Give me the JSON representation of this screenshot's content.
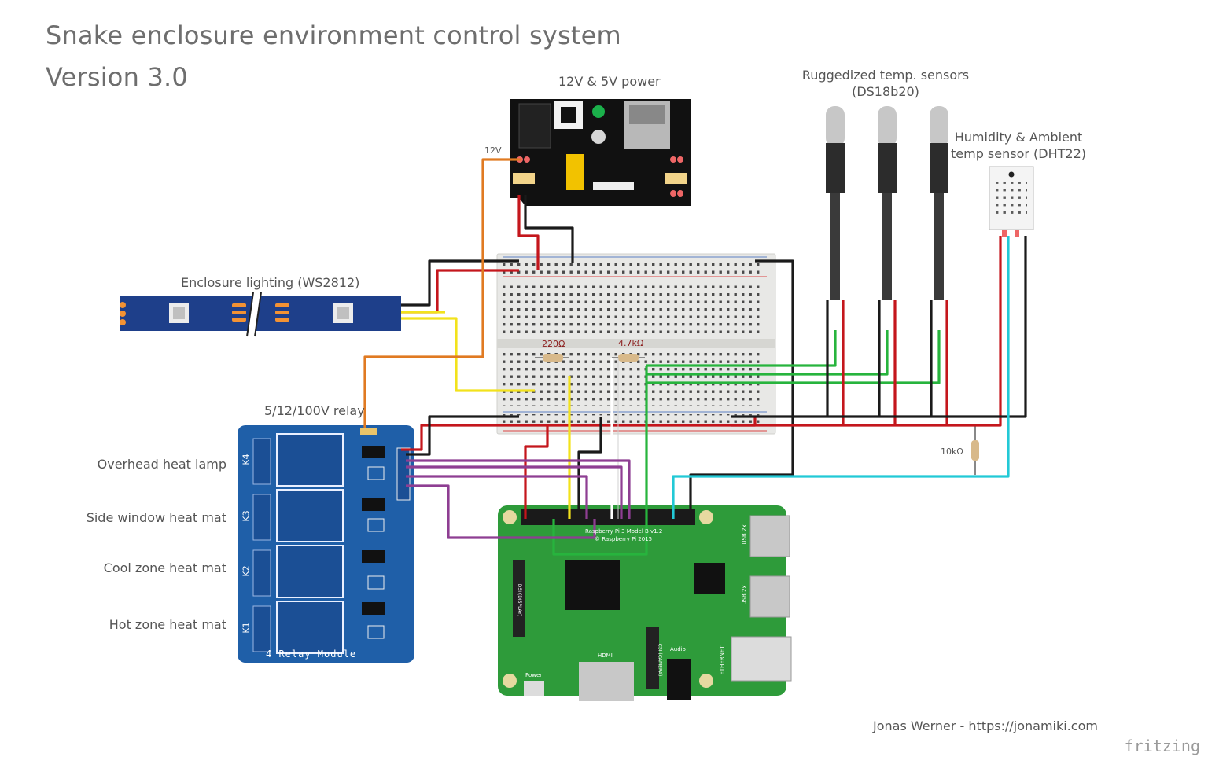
{
  "title": {
    "line1": "Snake enclosure environment control system",
    "line2": "Version 3.0"
  },
  "labels": {
    "power": "12V & 5V power",
    "power_wire": "12V",
    "temp_sensors_1": "Ruggedized temp. sensors",
    "temp_sensors_2": "(DS18b20)",
    "humidity_1": "Humidity & Ambient",
    "humidity_2": "temp sensor (DHT22)",
    "lighting": "Enclosure lighting (WS2812)",
    "relay": "5/12/100V relay",
    "relay_module": "4 Relay Module",
    "resistor_1": "220Ω",
    "resistor_2": "4.7kΩ",
    "resistor_3": "10kΩ",
    "credit": "Jonas Werner - https://jonamiki.com",
    "fritzing": "fritzing"
  },
  "relay_channels": [
    {
      "name": "Overhead heat lamp",
      "id": "K4"
    },
    {
      "name": "Side window heat mat",
      "id": "K3"
    },
    {
      "name": "Cool zone heat mat",
      "id": "K2"
    },
    {
      "name": "Hot zone heat mat",
      "id": "K1"
    }
  ],
  "pi": {
    "model": "Raspberry Pi 3 Model B v1.2",
    "copyright": "© Raspberry Pi 2015",
    "usb1": "USB 2x",
    "usb2": "USB 2x",
    "ethernet": "ETHERNET",
    "hdmi": "HDMI",
    "audio": "Audio",
    "power": "Power",
    "dsi": "DSI (DISPLAY)",
    "csi": "CSI (CAMERA)"
  },
  "colors": {
    "wire_black": "#1a1a1a",
    "wire_red": "#c4161c",
    "wire_orange": "#e07a22",
    "wire_yellow": "#f2e21c",
    "wire_green": "#27b43d",
    "wire_purple": "#8e3e92",
    "wire_cyan": "#22c9d6",
    "wire_white": "#ffffff",
    "pi_green": "#2e9b3a",
    "relay_blue": "#1f5fa8",
    "strip_blue": "#1e3f8a",
    "breadboard": "#e8e8e6"
  }
}
